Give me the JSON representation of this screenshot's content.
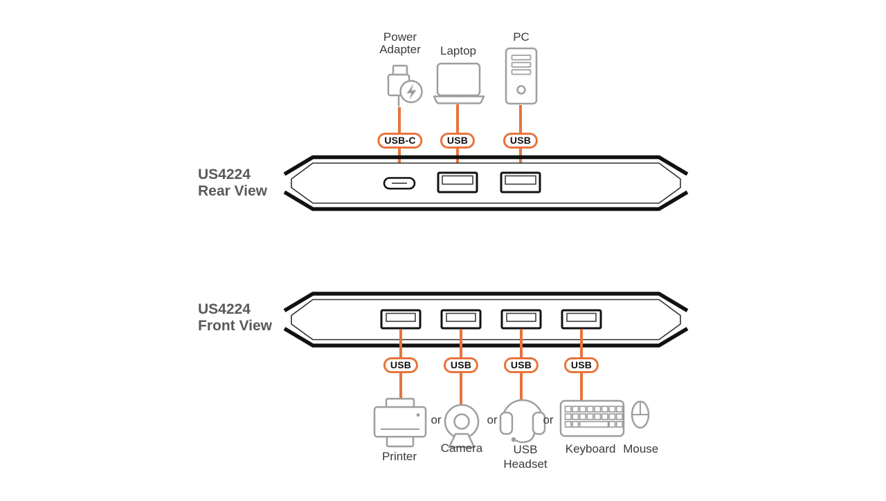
{
  "colors": {
    "accent_orange": "#E8733B",
    "icon_gray": "#9E9E9E",
    "device_outline": "#111111",
    "title_gray": "#595959",
    "label_text": "#3A3A3A"
  },
  "rear": {
    "title_line1": "US4224",
    "title_line2": "Rear View",
    "sources": [
      {
        "label": "Power Adapter",
        "connector": "USB-C"
      },
      {
        "label": "Laptop",
        "connector": "USB"
      },
      {
        "label": "PC",
        "connector": "USB"
      }
    ]
  },
  "front": {
    "title_line1": "US4224",
    "title_line2": "Front View",
    "or_label": "or",
    "ports": [
      {
        "connector": "USB"
      },
      {
        "connector": "USB"
      },
      {
        "connector": "USB"
      },
      {
        "connector": "USB"
      }
    ],
    "devices": [
      {
        "label": "Printer"
      },
      {
        "label": "Camera"
      },
      {
        "label": "USB Headset"
      },
      {
        "label": "Keyboard Mouse"
      }
    ]
  }
}
